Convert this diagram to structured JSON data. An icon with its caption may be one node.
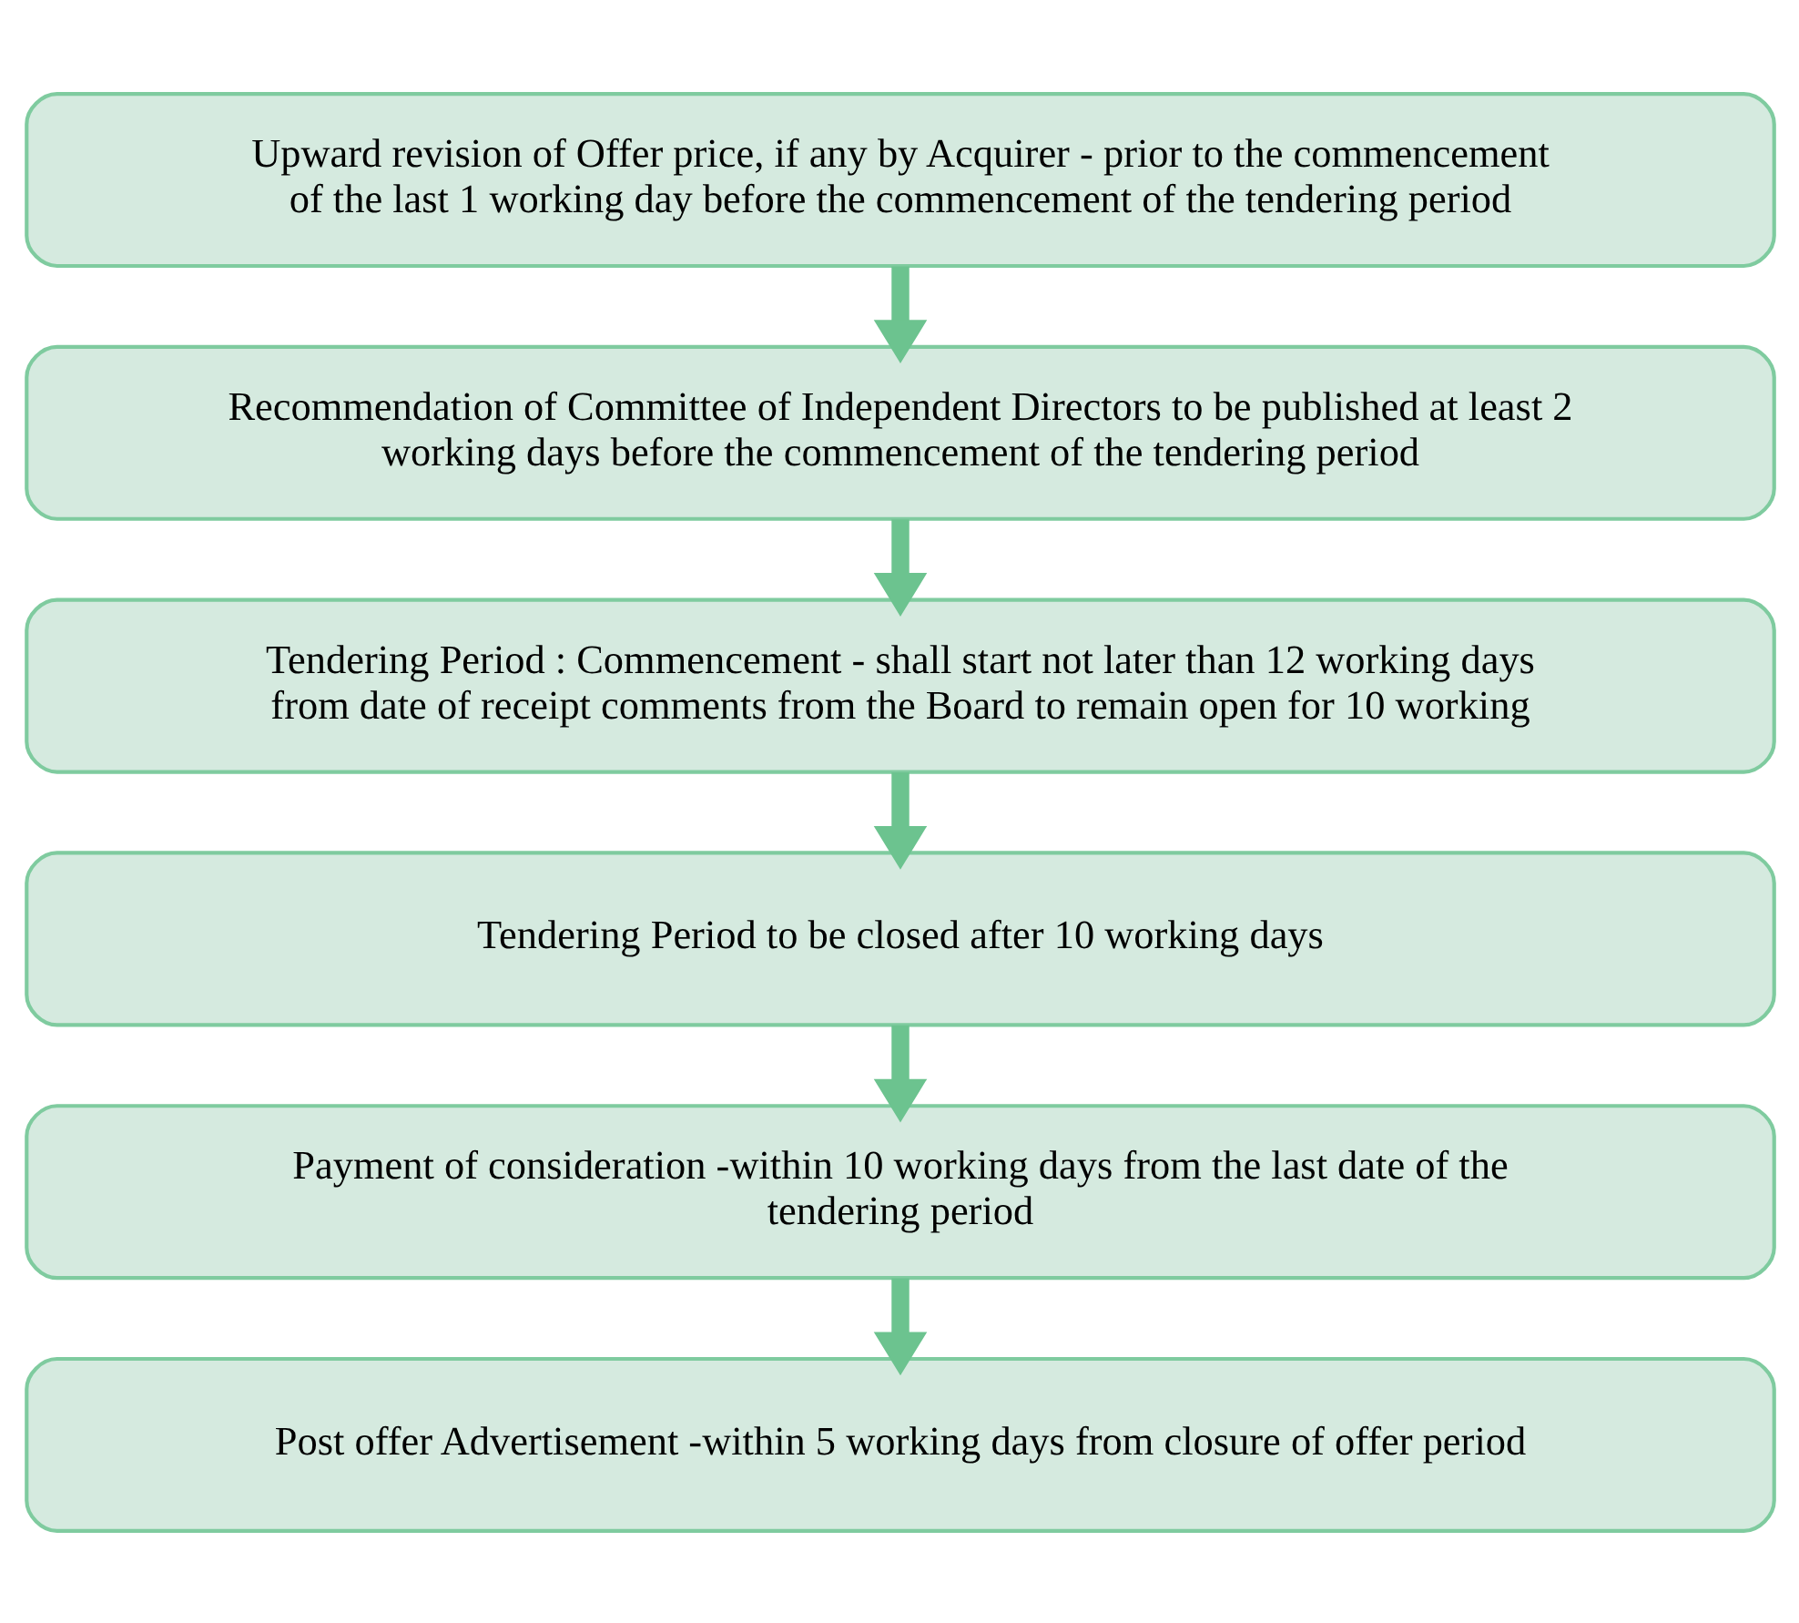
{
  "diagram": {
    "nodes": [
      {
        "text": [
          "Upward revision of Offer price, if any by Acquirer - prior to the commencement of the last 1 working day before the commencement of the tendering period"
        ]
      },
      {
        "text": [
          "Recommendation of Committee of Independent Directors to be published at least 2 working days before the commencement of the tendering period"
        ]
      },
      {
        "text": [
          "Tendering Period : Commencement - shall start not later than 12 working days from date of receipt comments from the Board to remain open for 10 working"
        ]
      },
      {
        "text": [
          "Tendering Period to be closed after 10 working days"
        ]
      },
      {
        "text": [
          "Payment of consideration -within 10 working days from the last date of the tendering period"
        ]
      },
      {
        "text": [
          "Post offer Advertisement -within 5 working days from closure of offer period"
        ]
      }
    ],
    "edges": [
      {
        "from": 0,
        "to": 1,
        "arrow": "to"
      },
      {
        "from": 1,
        "to": 2,
        "arrow": "to"
      },
      {
        "from": 2,
        "to": 3,
        "arrow": "to"
      },
      {
        "from": 3,
        "to": 4,
        "arrow": "to"
      },
      {
        "from": 4,
        "to": 5,
        "arrow": "to"
      }
    ]
  }
}
